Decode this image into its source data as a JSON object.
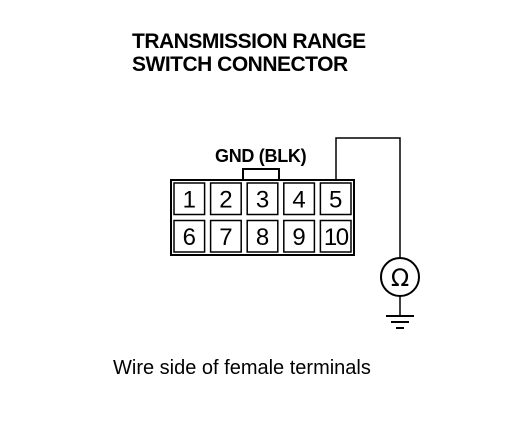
{
  "title": {
    "line1": "TRANSMISSION RANGE",
    "line2": "SWITCH CONNECTOR"
  },
  "gnd_label": "GND (BLK)",
  "connector": {
    "top_row": [
      "1",
      "2",
      "3",
      "4",
      "5"
    ],
    "bottom_row": [
      "6",
      "7",
      "8",
      "9",
      "10"
    ]
  },
  "meter_symbol": "Ω",
  "ground_icon": "ground-symbol-icon",
  "caption": "Wire side of female terminals"
}
